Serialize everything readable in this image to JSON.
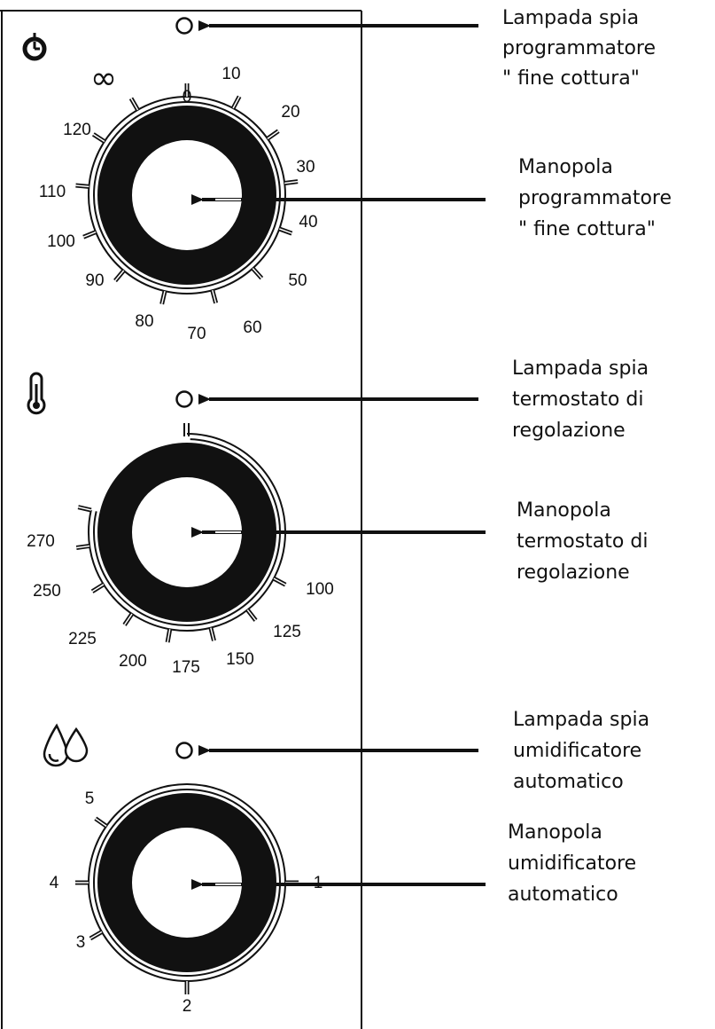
{
  "panel": {
    "timer": {
      "icon": "clock-icon",
      "infinity_symbol": "∞",
      "scale": [
        "0",
        "10",
        "20",
        "30",
        "40",
        "50",
        "60",
        "70",
        "80",
        "90",
        "100",
        "110",
        "120"
      ]
    },
    "thermostat": {
      "icon": "thermometer-icon",
      "scale": [
        "100",
        "125",
        "150",
        "175",
        "200",
        "225",
        "250",
        "270"
      ]
    },
    "humidifier": {
      "icon": "water-drops-icon",
      "scale": [
        "1",
        "2",
        "3",
        "4",
        "5"
      ]
    }
  },
  "callouts": {
    "timer_lamp": [
      "Lampada spia",
      "programmatore",
      "\" fine cottura\""
    ],
    "timer_knob": [
      "Manopola",
      "programmatore",
      "\" fine cottura\""
    ],
    "thermostat_lamp": [
      "Lampada spia",
      "termostato di",
      "regolazione"
    ],
    "thermostat_knob": [
      "Manopola",
      "termostato di",
      "regolazione"
    ],
    "humidifier_lamp": [
      "Lampada spia",
      "umidificatore",
      "automatico"
    ],
    "humidifier_knob": [
      "Manopola",
      "umidificatore",
      "automatico"
    ]
  }
}
